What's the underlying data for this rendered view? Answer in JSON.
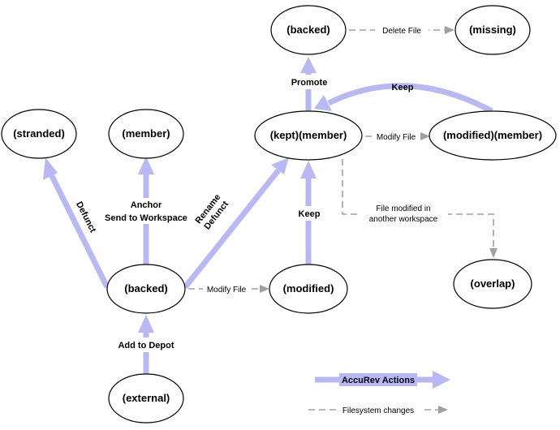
{
  "nodes": {
    "backed_top": "(backed)",
    "missing": "(missing)",
    "stranded": "(stranded)",
    "member": "(member)",
    "kept_member": "(kept)(member)",
    "modified_member": "(modified)(member)",
    "backed_mid": "(backed)",
    "modified": "(modified)",
    "overlap": "(overlap)",
    "external": "(external)"
  },
  "actions": {
    "promote": "Promote",
    "keep_top": "Keep",
    "defunct": "Defunct",
    "anchor": "Anchor",
    "send_to_workspace": "Send to Workspace",
    "rename": "Rename",
    "rename_defunct": "Defunct",
    "keep_mid": "Keep",
    "add_to_depot": "Add to Depot"
  },
  "filesystem": {
    "delete_file": "Delete File",
    "modify_file_top": "Modify File",
    "modify_file_mid": "Modify File",
    "file_modified_line1": "File modified in",
    "file_modified_line2": "another workspace"
  },
  "legend": {
    "accurev_actions": "AccuRev Actions",
    "filesystem_changes": "Filesystem changes"
  },
  "colors": {
    "action_arrow": "#b8b8f4",
    "filesystem_arrow": "#a0a0a0"
  }
}
